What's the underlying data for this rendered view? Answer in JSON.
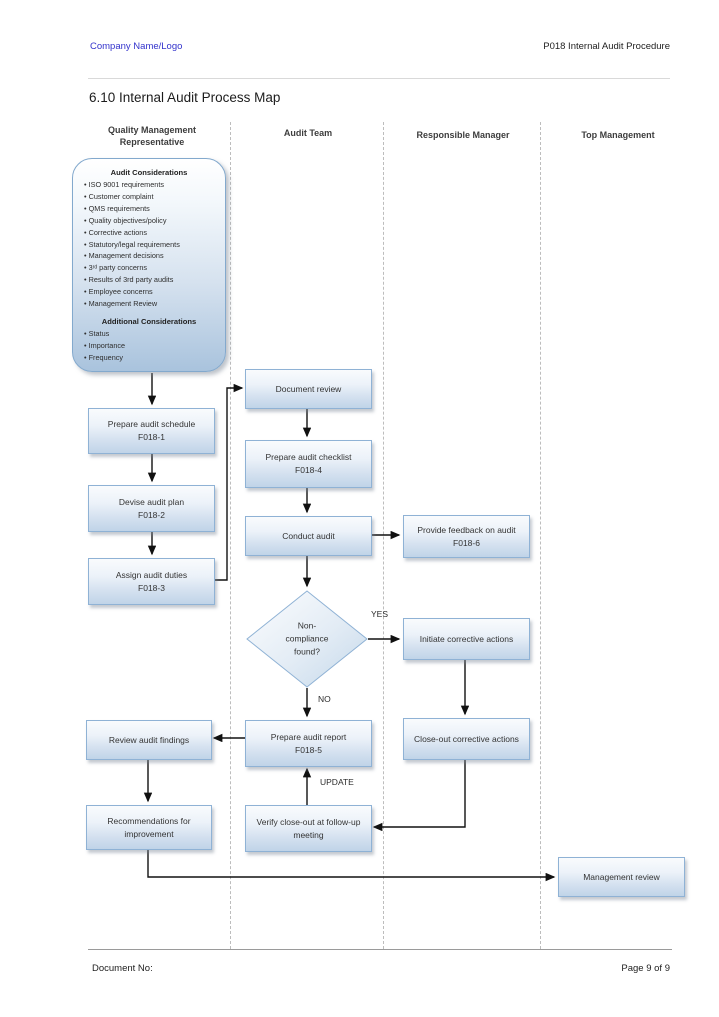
{
  "header": {
    "company": "Company Name/Logo",
    "doc_title": "P018 Internal Audit Procedure"
  },
  "page_title": "6.10 Internal Audit Process Map",
  "lanes": [
    "Quality Management Representative",
    "Audit Team",
    "Responsible Manager",
    "Top Management"
  ],
  "considerations": {
    "title": "Audit Considerations",
    "items": [
      "ISO 9001 requirements",
      "Customer complaint",
      "QMS requirements",
      "Quality objectives/policy",
      "Corrective actions",
      "Statutory/legal requirements",
      "Management decisions",
      "3ʳᵈ party concerns",
      "Results of 3rd party audits",
      "Employee concerns",
      "Management Review"
    ],
    "additional_title": "Additional Considerations",
    "additional_items": [
      "Status",
      "Importance",
      "Frequency"
    ]
  },
  "nodes": {
    "prepare_schedule": {
      "label": "Prepare audit schedule",
      "form": "F018-1"
    },
    "devise_plan": {
      "label": "Devise audit plan",
      "form": "F018-2"
    },
    "assign_duties": {
      "label": "Assign audit duties",
      "form": "F018-3"
    },
    "document_review": {
      "label": "Document review"
    },
    "prepare_checklist": {
      "label": "Prepare audit checklist",
      "form": "F018-4"
    },
    "conduct_audit": {
      "label": "Conduct audit"
    },
    "noncompliance": {
      "label": "Non-compliance found?"
    },
    "provide_feedback": {
      "label": "Provide feedback on audit F018-6"
    },
    "initiate_corrective": {
      "label": "Initiate corrective actions"
    },
    "closeout_corrective": {
      "label": "Close-out corrective actions"
    },
    "review_findings": {
      "label": "Review audit findings"
    },
    "prepare_report": {
      "label": "Prepare audit report",
      "form": "F018-5"
    },
    "recommendations": {
      "label": "Recommendations for improvement"
    },
    "verify_closeout": {
      "label": "Verify close-out at follow-up meeting"
    },
    "management_review": {
      "label": "Management review"
    }
  },
  "edge_labels": {
    "yes": "YES",
    "no": "NO",
    "update": "UPDATE"
  },
  "footer": {
    "doc_no": "Document No:",
    "page": "Page 9 of 9"
  },
  "colors": {
    "link_blue": "#3333cc",
    "box_border": "#8fb2d5",
    "box_fill_bottom": "#c0d4e8",
    "lane_divider": "#bdbdbd"
  }
}
